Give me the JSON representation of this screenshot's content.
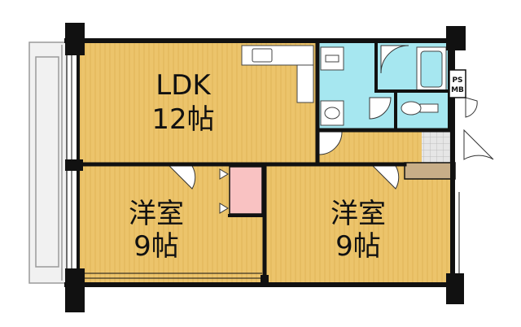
{
  "colors": {
    "floor_wood": "#ecc46b",
    "floor_stripe": "#e0b457",
    "wet_area": "#a6e7f0",
    "closet": "#f9c2c2",
    "genkan_tile": "#e6e6e6",
    "shoe_box": "#c8ae88",
    "balcony": "#f1f1f1",
    "wall": "#111111",
    "fixture": "#ffffff"
  },
  "rooms": {
    "ldk": {
      "name": "LDK",
      "size": "12帖"
    },
    "western_left": {
      "name": "洋室",
      "size": "9帖"
    },
    "western_right": {
      "name": "洋室",
      "size": "9帖"
    }
  },
  "labels": {
    "ps": "PS",
    "mb": "MB"
  },
  "icons": [
    "kitchen-sink-icon",
    "bath-tub-icon",
    "toilet-icon",
    "wash-basin-icon",
    "door-swing-icon"
  ]
}
